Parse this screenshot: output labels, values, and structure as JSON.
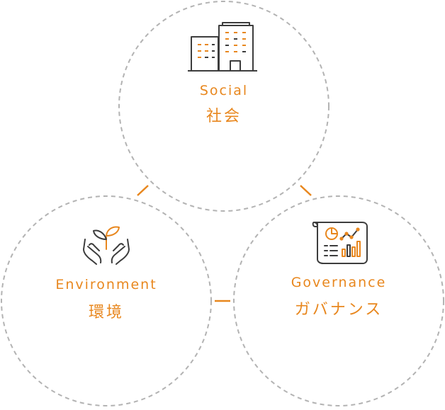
{
  "colors": {
    "accent": "#e8871e",
    "icon_dark": "#3d3d3d",
    "circle_stroke": "#b3b3b3",
    "background": "#ffffff"
  },
  "nodes": [
    {
      "id": "social",
      "label_en": "Social",
      "label_ja": "社会",
      "icon": "office-building-icon"
    },
    {
      "id": "environment",
      "label_en": "Environment",
      "label_ja": "環境",
      "icon": "hands-sprout-icon"
    },
    {
      "id": "governance",
      "label_en": "Governance",
      "label_ja": "ガバナンス",
      "icon": "report-chart-icon"
    }
  ]
}
